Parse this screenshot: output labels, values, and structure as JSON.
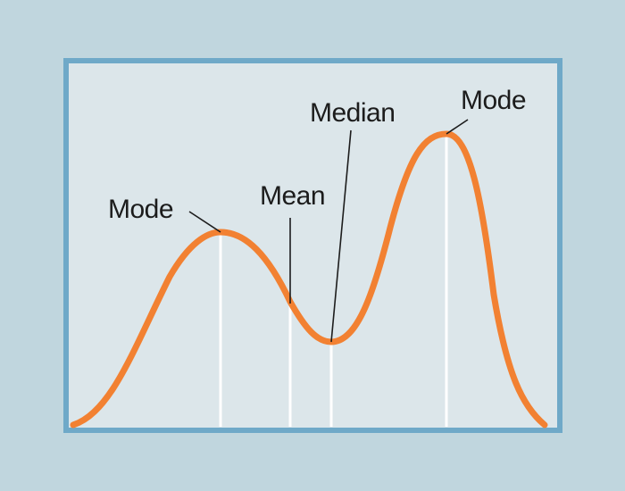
{
  "labels": {
    "mode_left": "Mode",
    "mean": "Mean",
    "median": "Median",
    "mode_right": "Mode"
  },
  "colors": {
    "page_background": "#c0d6de",
    "plot_background": "#dce6ea",
    "frame": "#6fa9c8",
    "curve": "#f28132",
    "marker_lines": "#ffffff",
    "leader_lines": "#1c1c1c",
    "text": "#1c1c1c"
  }
}
